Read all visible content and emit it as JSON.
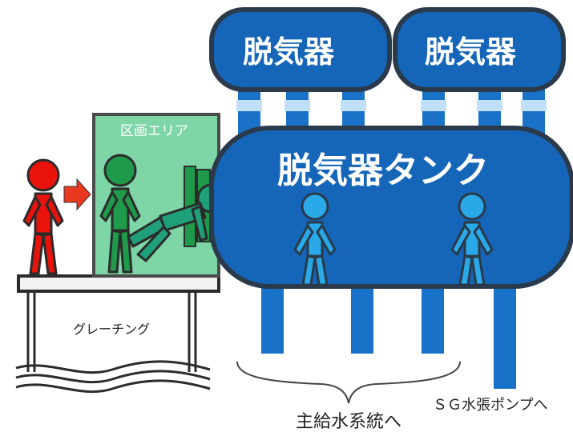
{
  "deaerators": [
    {
      "label": "脱気器"
    },
    {
      "label": "脱気器"
    }
  ],
  "tank": {
    "label": "脱気器タンク"
  },
  "zone": {
    "label": "区画エリア"
  },
  "grating": {
    "label": "グレーチング"
  },
  "destinations": {
    "sg_pump": "ＳＧ水張ポンプへ",
    "main_feedwater": "主給水系統へ"
  },
  "colors": {
    "vessel_fill": "#1565b8",
    "vessel_outline": "#2b3a4a",
    "pipe": "#1a72c8",
    "pipe_joint": "#bfe0f6",
    "zone_fill": "#7ed6a7",
    "worker_outside": "#e8140c",
    "worker_zone": "#1f9a4a",
    "worker_tank": "#29a9e8",
    "arrow": "#e83820"
  }
}
